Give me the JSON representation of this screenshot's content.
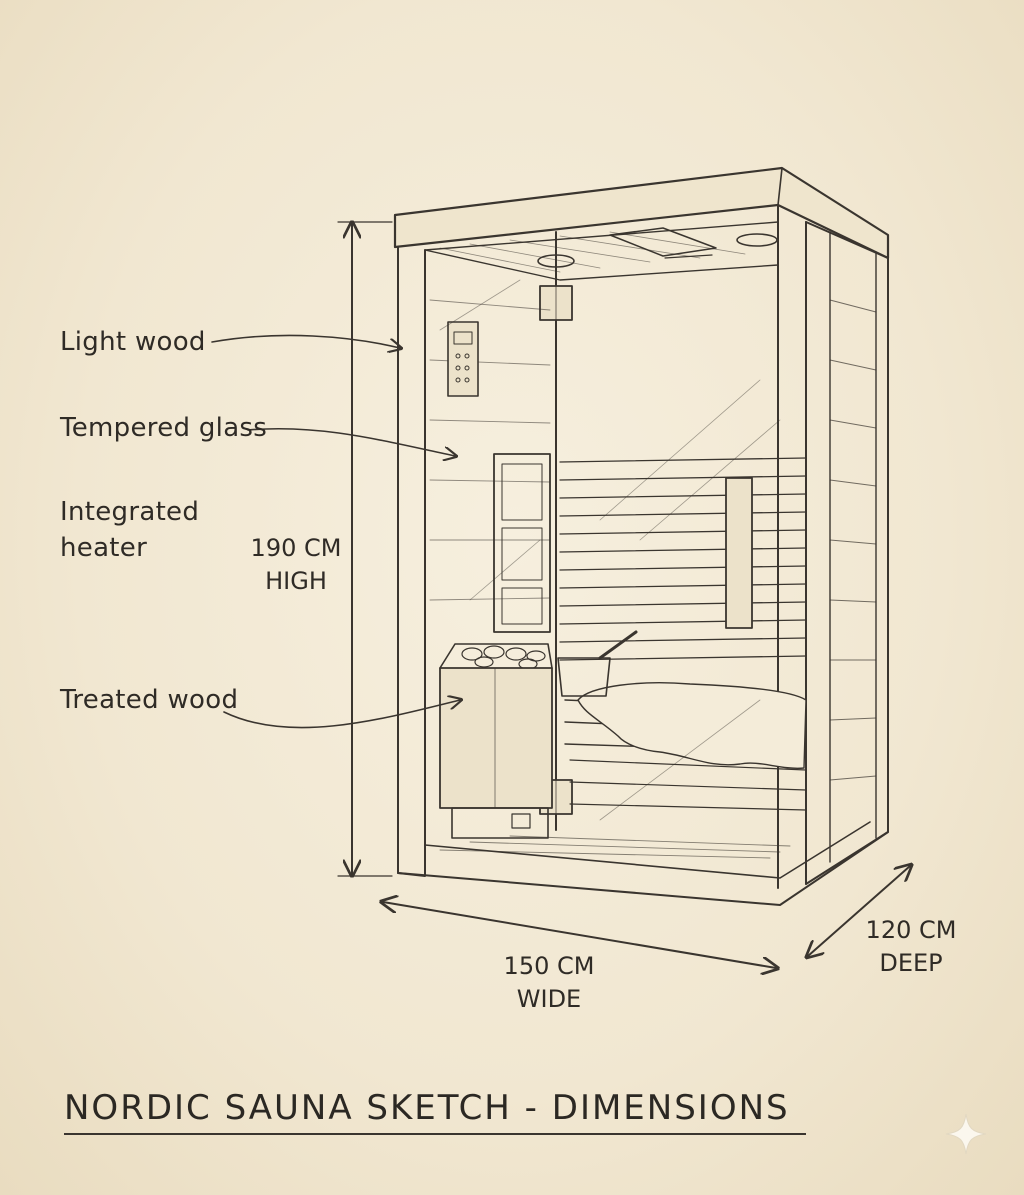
{
  "labels": {
    "light_wood": "Light wood",
    "tempered_glass": "Tempered glass",
    "integrated_heater_1": "Integrated",
    "integrated_heater_2": "heater",
    "treated_wood": "Treated wood"
  },
  "dimensions": {
    "height_value": "190 CM",
    "height_unit": "HIGH",
    "width_value": "150 CM",
    "width_unit": "WIDE",
    "depth_value": "120 CM",
    "depth_unit": "DEEP"
  },
  "title": "NORDIC SAUNA SKETCH - DIMENSIONS",
  "colors": {
    "paper": "#f3ead6",
    "ink": "#2e2a25"
  },
  "icons": [
    "sparkle-icon"
  ]
}
